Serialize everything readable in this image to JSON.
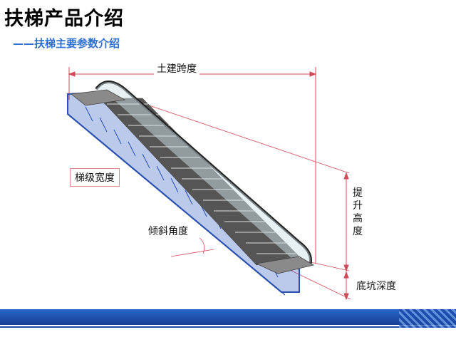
{
  "header": {
    "title": "扶梯产品介绍",
    "subtitle": "——扶梯主要参数介绍"
  },
  "labels": {
    "span": "土建跨度",
    "step_width": "梯级宽度",
    "incline_angle": "倾斜角度",
    "rise_chars": [
      "提",
      "升",
      "高",
      "度"
    ],
    "pit_depth": "底坑深度"
  },
  "colors": {
    "accent": "#2e6fd1",
    "dimension_line": "#d04a5a",
    "truss": "#2a4fb0",
    "footer": "#1d4aa8"
  }
}
